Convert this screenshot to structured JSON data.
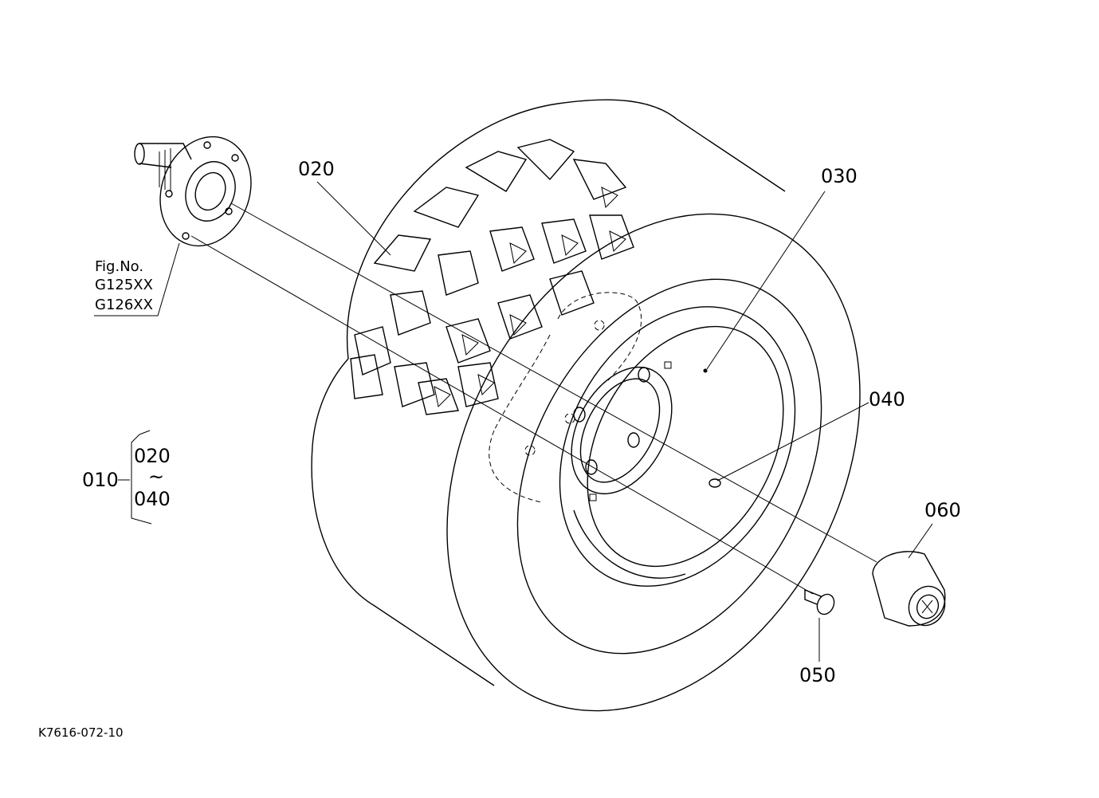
{
  "labels": {
    "p020": "020",
    "p030": "030",
    "p040": "040",
    "p050": "050",
    "p060": "060",
    "assembly": "010",
    "range_from": "020",
    "range_tilde": "~",
    "range_to": "040"
  },
  "fig_ref": {
    "line1": "Fig.No.",
    "line2": "G125XX",
    "line3": "G126XX"
  },
  "drawing_id": "K7616-072-10"
}
